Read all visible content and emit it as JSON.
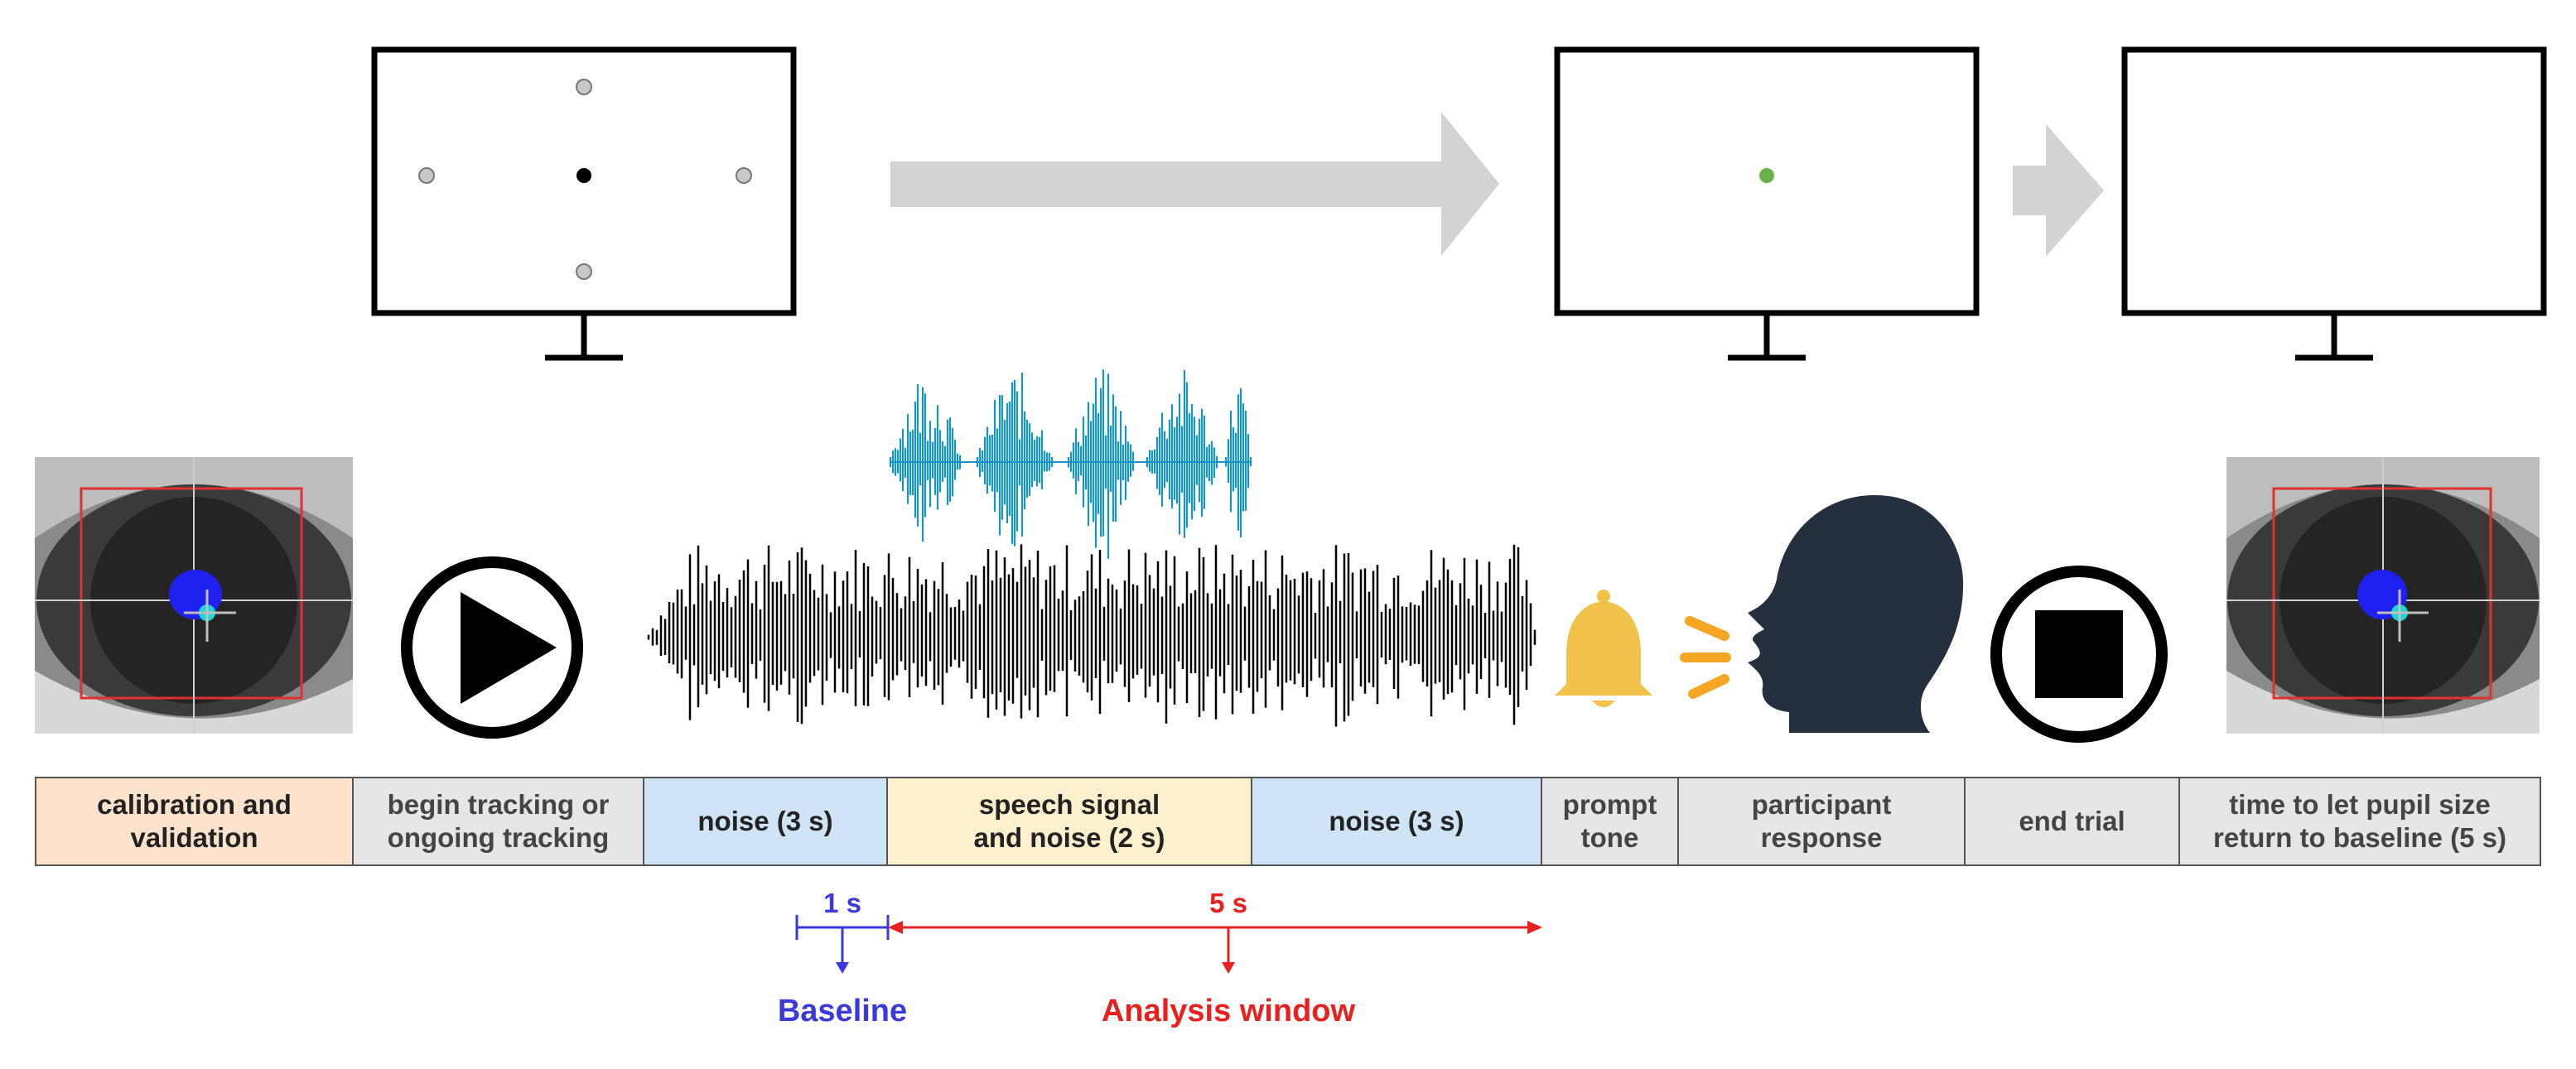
{
  "colors": {
    "calibration_fill": "#fde2cc",
    "gray_fill": "#e6e6e6",
    "noise_fill": "#cfe4f7",
    "speech_fill": "#fdf0cc",
    "border": "#555555",
    "arrow_gray": "#d3d3d3",
    "speech_wave": "#1494c8",
    "noise_wave": "#000000",
    "target_dot": "#6ab04c",
    "calibration_dot": "#c8c8c8",
    "bell": "#f0c24a",
    "sound_lines": "#f5a623",
    "baseline_blue": "#3a3adc",
    "analysis_red": "#e8211f",
    "eye_box": "#e03030",
    "pupil": "#2020f0",
    "cr_marker": "#1ad6d6"
  },
  "icons": {
    "eye_left": "eye-tracking-icon",
    "play": "play-icon",
    "bell": "bell-icon",
    "speaker_head": "speaking-head-icon",
    "stop": "stop-icon",
    "eye_right": "eye-tracking-icon"
  },
  "timeline": [
    {
      "label": "calibration and\nvalidation",
      "fill": "#fde2cc",
      "style": "dark"
    },
    {
      "label": "begin tracking or\nongoing tracking",
      "fill": "#e6e6e6",
      "style": "gray"
    },
    {
      "label": "noise (3 s)",
      "fill": "#cfe4f7",
      "style": "dark"
    },
    {
      "label": "speech signal\nand noise (2 s)",
      "fill": "#fdf0cc",
      "style": "dark"
    },
    {
      "label": "noise (3 s)",
      "fill": "#cfe4f7",
      "style": "dark"
    },
    {
      "label": "prompt\ntone",
      "fill": "#e6e6e6",
      "style": "gray"
    },
    {
      "label": "participant\nresponse",
      "fill": "#e6e6e6",
      "style": "gray"
    },
    {
      "label": "end trial",
      "fill": "#e6e6e6",
      "style": "gray"
    },
    {
      "label": "time to let pupil size\nreturn to baseline (5 s)",
      "fill": "#e6e6e6",
      "style": "gray"
    }
  ],
  "annotations": {
    "baseline_duration": "1 s",
    "baseline_label": "Baseline",
    "analysis_duration": "5 s",
    "analysis_label": "Analysis window"
  }
}
